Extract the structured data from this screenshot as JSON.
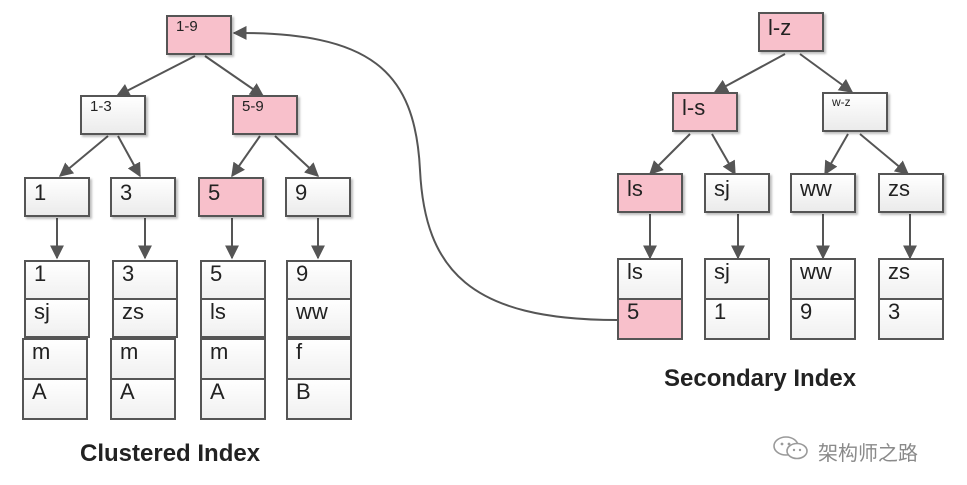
{
  "clustered": {
    "caption": "Clustered Index",
    "root": "1-9",
    "level1": [
      "1-3",
      "5-9"
    ],
    "leaves": [
      "1",
      "3",
      "5",
      "9"
    ],
    "rows": [
      [
        "1",
        "sj",
        "m",
        "A"
      ],
      [
        "3",
        "zs",
        "m",
        "A"
      ],
      [
        "5",
        "ls",
        "m",
        "A"
      ],
      [
        "9",
        "ww",
        "f",
        "B"
      ]
    ]
  },
  "secondary": {
    "caption": "Secondary Index",
    "root": "l-z",
    "level1": [
      "l-s",
      "w-z"
    ],
    "leaves": [
      "ls",
      "sj",
      "ww",
      "zs"
    ],
    "rows": [
      [
        "ls",
        "5"
      ],
      [
        "sj",
        "1"
      ],
      [
        "ww",
        "9"
      ],
      [
        "zs",
        "3"
      ]
    ]
  },
  "watermark": "架构师之路",
  "colors": {
    "highlight": "#f8c0cb",
    "border": "#555555",
    "arrow": "#555555"
  }
}
